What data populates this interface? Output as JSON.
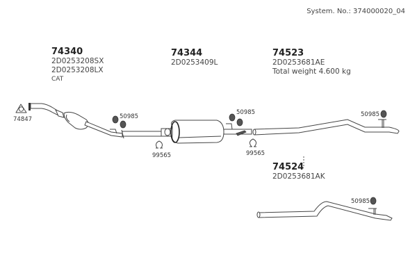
{
  "header": {
    "system_no": "System. No.: 374000020_04"
  },
  "groups": [
    {
      "part": "74340",
      "lines": [
        "2D0253208SX",
        "2D0253208LX",
        "CAT"
      ]
    },
    {
      "part": "74344",
      "lines": [
        "2D0253409L"
      ]
    },
    {
      "part": "74523",
      "lines": [
        "2D0253681AE",
        "Total weight 4.600 kg"
      ]
    },
    {
      "part": "74524",
      "lines": [
        "2D0253681AK"
      ]
    }
  ],
  "callouts": {
    "gasket": "74847",
    "hanger_1": "50985",
    "hanger_2": "50985",
    "hanger_3": "50985",
    "hanger_4": "50985",
    "clamp_1": "99565",
    "clamp_2": "99565"
  }
}
